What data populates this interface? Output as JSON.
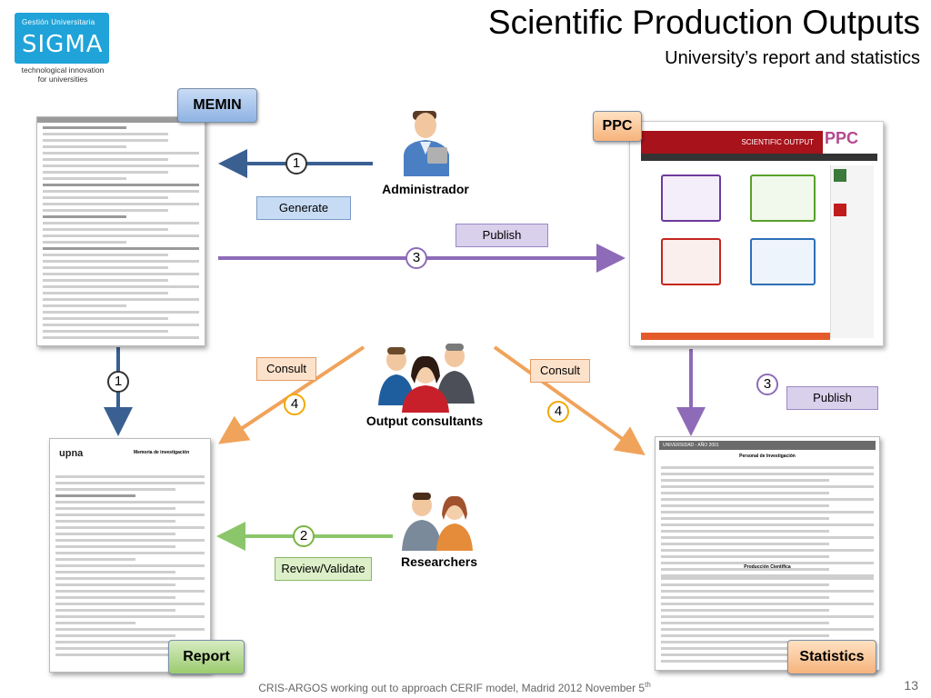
{
  "header": {
    "logo_small": "Gestión Universitaria",
    "logo_big": "SIGMA",
    "logo_tagline_1": "technological innovation",
    "logo_tagline_2": "for universities",
    "title": "Scientific Production Outputs",
    "subtitle": "University’s report and statistics"
  },
  "sections": {
    "memin": "MEMIN",
    "ppc": "PPC",
    "report": "Report",
    "statistics": "Statistics"
  },
  "actions": {
    "generate": "Generate",
    "publish_top": "Publish",
    "publish_right": "Publish",
    "consult_left": "Consult",
    "consult_right": "Consult",
    "review_validate": "Review/Validate"
  },
  "actors": {
    "administrator": "Administrador",
    "output_consultants": "Output consultants",
    "researchers": "Researchers"
  },
  "steps": {
    "admin_to_memin": "1",
    "memin_to_report": "1",
    "memin_to_ppc": "3",
    "ppc_to_stats": "3",
    "consult_left": "4",
    "consult_right": "4",
    "review": "2"
  },
  "thumbnails": {
    "ppc_header": "SCIENTIFIC OUTPUT",
    "ppc_brand": "PPC",
    "report_brand": "upna",
    "report_heading": "Memoria de investigación",
    "stats_banner": "UNIVERSIDAD - AÑO 2001",
    "stats_heading_1": "Personal de Investigación",
    "stats_heading_2": "Producción Científica"
  },
  "footer": {
    "text": "CRIS-ARGOS working out to approach CERIF model, Madrid 2012 November 5",
    "sup": "th",
    "page_number": "13"
  },
  "colors": {
    "logo_blue": "#1fa3d9",
    "arrow_blue": "#3a5f91",
    "arrow_purple": "#8e6bb8",
    "arrow_orange": "#f0a35a",
    "arrow_green": "#8cc66b",
    "memin_label": "#8fb2e3",
    "ppc_label": "#f6b37c",
    "report_label": "#9ccb6f"
  }
}
